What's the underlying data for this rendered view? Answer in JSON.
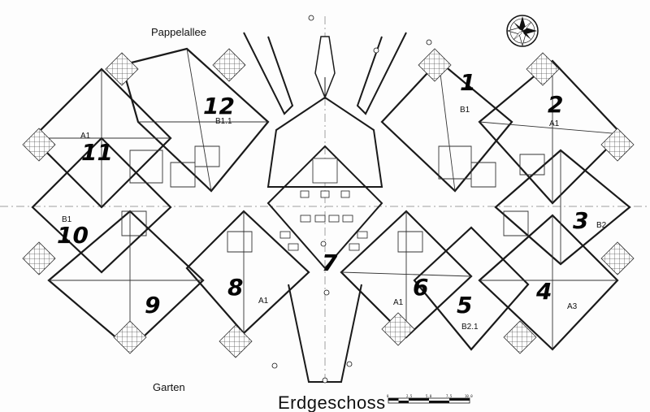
{
  "labels": {
    "street_top": "Pappelallee",
    "garden": "Garten",
    "floor_title": "Erdgeschoss"
  },
  "units": [
    {
      "number": "1",
      "type": "B1"
    },
    {
      "number": "2",
      "type": "A1"
    },
    {
      "number": "3",
      "type": "B2"
    },
    {
      "number": "4",
      "type": "A3"
    },
    {
      "number": "5",
      "type": "B2.1"
    },
    {
      "number": "6",
      "type": "A1"
    },
    {
      "number": "7",
      "type": ""
    },
    {
      "number": "8",
      "type": "A1"
    },
    {
      "number": "9",
      "type": ""
    },
    {
      "number": "10",
      "type": "B1"
    },
    {
      "number": "11",
      "type": "A1"
    },
    {
      "number": "12",
      "type": "B1.1"
    }
  ],
  "scale_bar": {
    "ticks": [
      "0",
      "2.5",
      "5.0",
      "7.5",
      "10.0"
    ]
  },
  "compass": {
    "icon": "compass-rose-icon"
  },
  "colors": {
    "line": "#1a1a1a",
    "hatch": "#555555",
    "paper": "#fdfdfd"
  }
}
